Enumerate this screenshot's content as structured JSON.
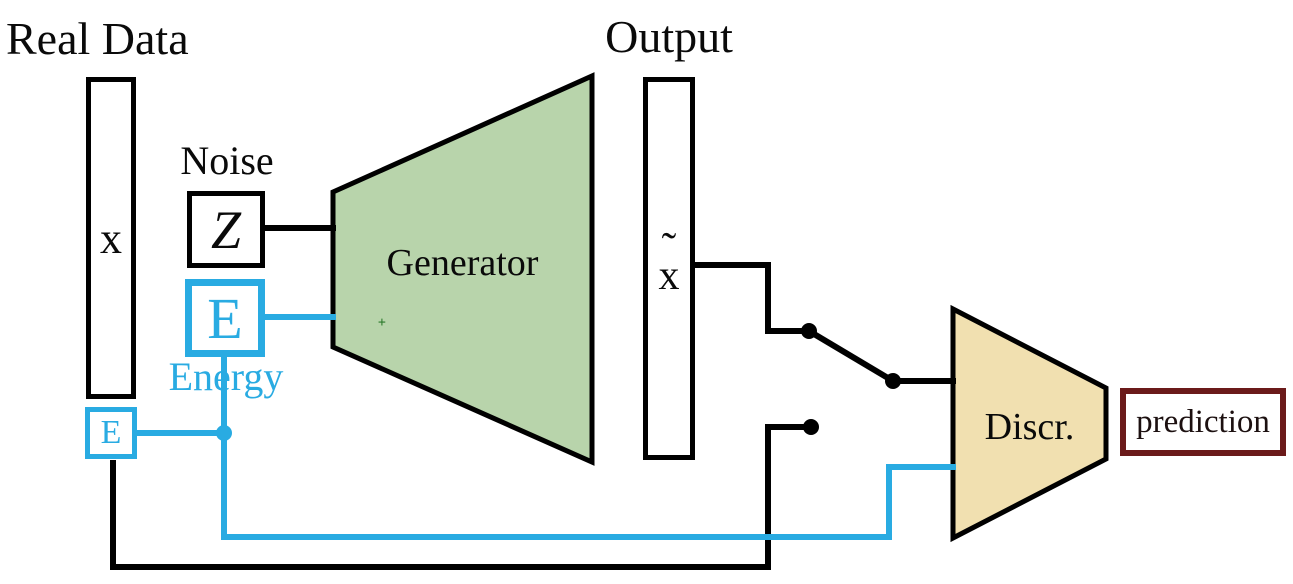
{
  "labels": {
    "real_data": "Real Data",
    "noise": "Noise",
    "output": "Output",
    "energy": "Energy",
    "generator": "Generator",
    "discriminator": "Discr.",
    "prediction": "prediction",
    "x_vector": "x",
    "z_noise": "Z",
    "e_generator_side": "E",
    "e_data_side": "E",
    "x_tilde_base": "x",
    "x_tilde_mark": "˜",
    "artifact_plus": "+"
  },
  "colors": {
    "accent_cyan": "#29ABE2",
    "generator_fill": "#B8D4AB",
    "discriminator_fill": "#F1E0B0",
    "prediction_border": "#6B1A1A",
    "line_black": "#000000",
    "text_black": "#0a0a0a",
    "artifact_green": "#2c7a2c"
  }
}
